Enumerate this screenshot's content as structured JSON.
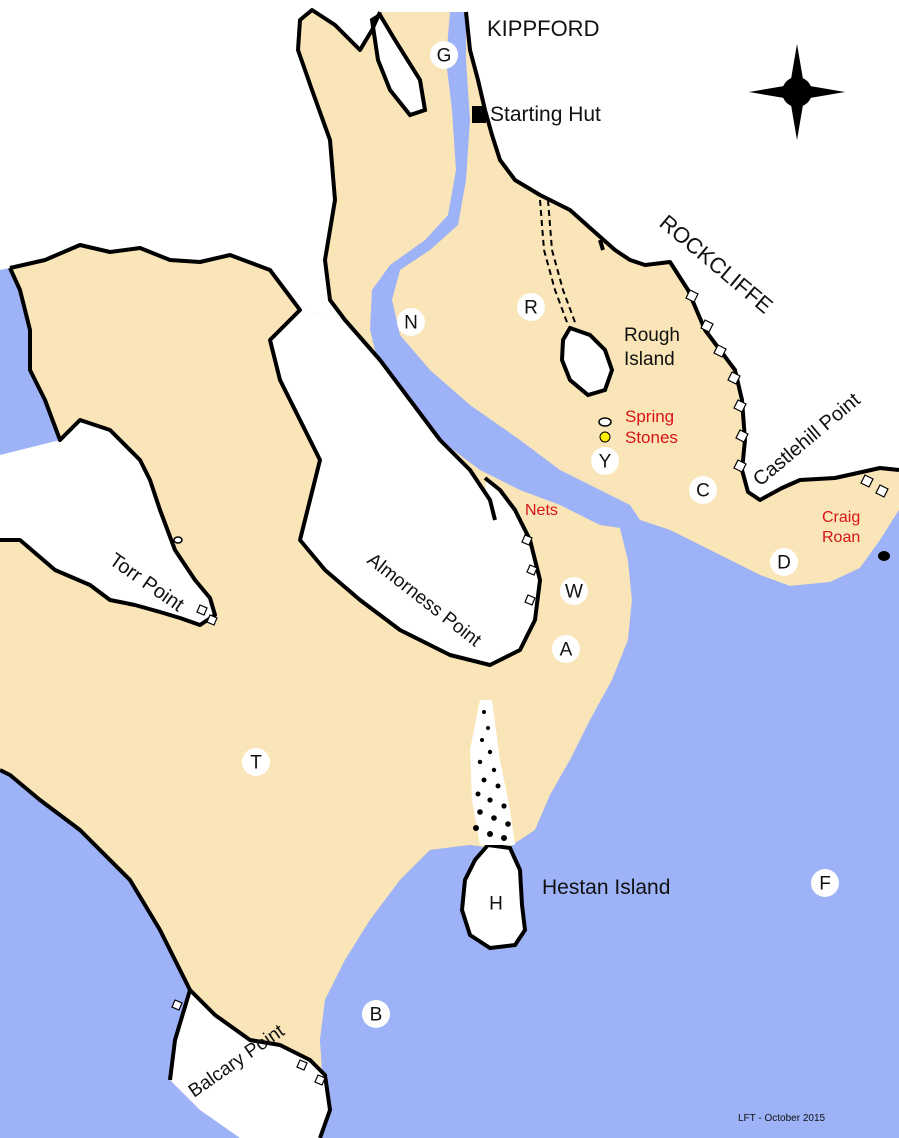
{
  "colors": {
    "sand": "#f9e5b8",
    "water": "#9db2f7",
    "coast": "#000000",
    "marker_fill": "#ffffff",
    "red_label": "#d8141a",
    "spring_marker": "#ffee00"
  },
  "labels": {
    "kippford": "KIPPFORD",
    "starting_hut": "Starting Hut",
    "rockcliffe": "ROCKCLIFFE",
    "rough_island_1": "Rough",
    "rough_island_2": "Island",
    "spring_1": "Spring",
    "spring_2": "Stones",
    "castlehill_point": "Castlehill Point",
    "craig_1": "Craig",
    "craig_2": "Roan",
    "nets": "Nets",
    "almorness_point": "Almorness Point",
    "torr_point": "Torr Point",
    "hestan_island": "Hestan Island",
    "balcary_point": "Balcary Point",
    "credit": "LFT - October 2015"
  },
  "markers": {
    "G": "G",
    "R": "R",
    "N": "N",
    "Y": "Y",
    "C": "C",
    "D": "D",
    "W": "W",
    "A": "A",
    "T": "T",
    "H": "H",
    "F": "F",
    "B": "B"
  },
  "icons": {
    "compass": "compass-rose-icon",
    "hut": "square-icon",
    "spring": "dot-icon"
  }
}
